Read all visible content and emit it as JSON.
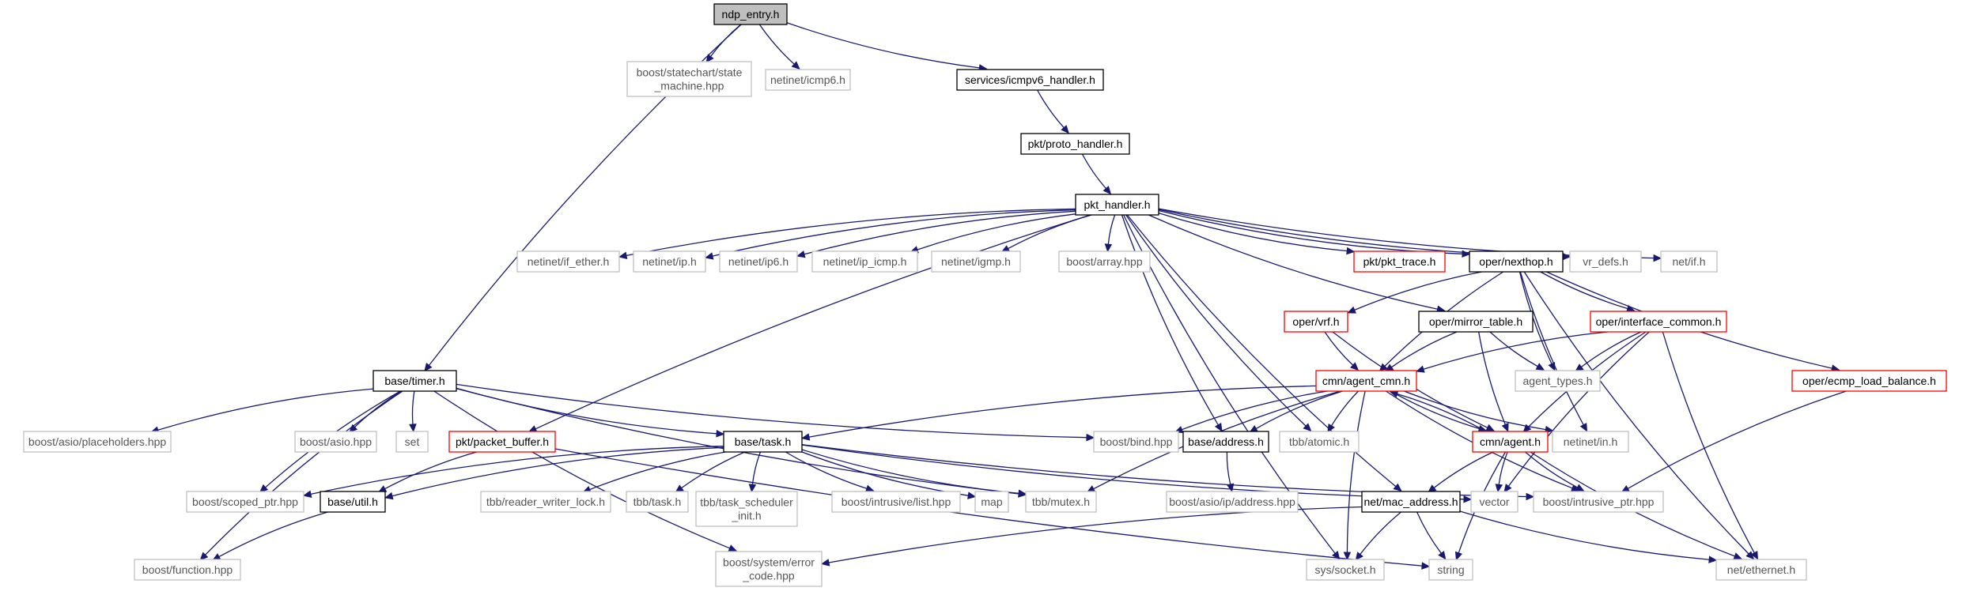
{
  "title": "",
  "colors": {
    "edge": "#191970",
    "focus_fill": "#bfbfbf",
    "normal_border": "#000000",
    "truncated_border": "#ff0000",
    "external_border": "#bfbfbf",
    "text": "#000000",
    "external_text": "#555555"
  },
  "nodes": [
    {
      "id": "ndp_entry",
      "lines": [
        "ndp_entry.h"
      ],
      "kind": "focus"
    },
    {
      "id": "statechart",
      "lines": [
        "boost/statechart/state",
        "_machine.hpp"
      ],
      "kind": "external"
    },
    {
      "id": "icmp6",
      "lines": [
        "netinet/icmp6.h"
      ],
      "kind": "external"
    },
    {
      "id": "icmpv6_handler",
      "lines": [
        "services/icmpv6_handler.h"
      ],
      "kind": "normal"
    },
    {
      "id": "proto_handler",
      "lines": [
        "pkt/proto_handler.h"
      ],
      "kind": "normal"
    },
    {
      "id": "pkt_handler",
      "lines": [
        "pkt_handler.h"
      ],
      "kind": "normal"
    },
    {
      "id": "if_ether",
      "lines": [
        "netinet/if_ether.h"
      ],
      "kind": "external"
    },
    {
      "id": "ip",
      "lines": [
        "netinet/ip.h"
      ],
      "kind": "external"
    },
    {
      "id": "ip6",
      "lines": [
        "netinet/ip6.h"
      ],
      "kind": "external"
    },
    {
      "id": "ip_icmp",
      "lines": [
        "netinet/ip_icmp.h"
      ],
      "kind": "external"
    },
    {
      "id": "igmp",
      "lines": [
        "netinet/igmp.h"
      ],
      "kind": "external"
    },
    {
      "id": "array",
      "lines": [
        "boost/array.hpp"
      ],
      "kind": "external"
    },
    {
      "id": "pkt_trace",
      "lines": [
        "pkt/pkt_trace.h"
      ],
      "kind": "truncated"
    },
    {
      "id": "nexthop",
      "lines": [
        "oper/nexthop.h"
      ],
      "kind": "normal"
    },
    {
      "id": "vr_defs",
      "lines": [
        "vr_defs.h"
      ],
      "kind": "external"
    },
    {
      "id": "net_if",
      "lines": [
        "net/if.h"
      ],
      "kind": "external"
    },
    {
      "id": "vrf",
      "lines": [
        "oper/vrf.h"
      ],
      "kind": "truncated"
    },
    {
      "id": "mirror_table",
      "lines": [
        "oper/mirror_table.h"
      ],
      "kind": "normal"
    },
    {
      "id": "interface_common",
      "lines": [
        "oper/interface_common.h"
      ],
      "kind": "truncated"
    },
    {
      "id": "timer",
      "lines": [
        "base/timer.h"
      ],
      "kind": "normal"
    },
    {
      "id": "agent_cmn",
      "lines": [
        "cmn/agent_cmn.h"
      ],
      "kind": "truncated"
    },
    {
      "id": "agent_types",
      "lines": [
        "agent_types.h"
      ],
      "kind": "external"
    },
    {
      "id": "ecmp_lb",
      "lines": [
        "oper/ecmp_load_balance.h"
      ],
      "kind": "truncated"
    },
    {
      "id": "placeholders",
      "lines": [
        "boost/asio/placeholders.hpp"
      ],
      "kind": "external"
    },
    {
      "id": "asio",
      "lines": [
        "boost/asio.hpp"
      ],
      "kind": "external"
    },
    {
      "id": "set",
      "lines": [
        "set"
      ],
      "kind": "external"
    },
    {
      "id": "packet_buffer",
      "lines": [
        "pkt/packet_buffer.h"
      ],
      "kind": "truncated"
    },
    {
      "id": "task",
      "lines": [
        "base/task.h"
      ],
      "kind": "normal"
    },
    {
      "id": "bind",
      "lines": [
        "boost/bind.hpp"
      ],
      "kind": "external"
    },
    {
      "id": "address",
      "lines": [
        "base/address.h"
      ],
      "kind": "normal"
    },
    {
      "id": "tbb_atomic",
      "lines": [
        "tbb/atomic.h"
      ],
      "kind": "external"
    },
    {
      "id": "agent",
      "lines": [
        "cmn/agent.h"
      ],
      "kind": "truncated"
    },
    {
      "id": "netinet_in",
      "lines": [
        "netinet/in.h"
      ],
      "kind": "external"
    },
    {
      "id": "scoped_ptr",
      "lines": [
        "boost/scoped_ptr.hpp"
      ],
      "kind": "external"
    },
    {
      "id": "util",
      "lines": [
        "base/util.h"
      ],
      "kind": "normal"
    },
    {
      "id": "rw_lock",
      "lines": [
        "tbb/reader_writer_lock.h"
      ],
      "kind": "external"
    },
    {
      "id": "tbb_task",
      "lines": [
        "tbb/task.h"
      ],
      "kind": "external"
    },
    {
      "id": "task_sched",
      "lines": [
        "tbb/task_scheduler",
        "_init.h"
      ],
      "kind": "external"
    },
    {
      "id": "intr_list",
      "lines": [
        "boost/intrusive/list.hpp"
      ],
      "kind": "external"
    },
    {
      "id": "map",
      "lines": [
        "map"
      ],
      "kind": "external"
    },
    {
      "id": "mutex",
      "lines": [
        "tbb/mutex.h"
      ],
      "kind": "external"
    },
    {
      "id": "ip_address",
      "lines": [
        "boost/asio/ip/address.hpp"
      ],
      "kind": "external"
    },
    {
      "id": "vector",
      "lines": [
        "vector"
      ],
      "kind": "external"
    },
    {
      "id": "intrusive_ptr",
      "lines": [
        "boost/intrusive_ptr.hpp"
      ],
      "kind": "external"
    },
    {
      "id": "mac_address",
      "lines": [
        "net/mac_address.h"
      ],
      "kind": "normal"
    },
    {
      "id": "function",
      "lines": [
        "boost/function.hpp"
      ],
      "kind": "external"
    },
    {
      "id": "error_code",
      "lines": [
        "boost/system/error",
        "_code.hpp"
      ],
      "kind": "external"
    },
    {
      "id": "socket",
      "lines": [
        "sys/socket.h"
      ],
      "kind": "external"
    },
    {
      "id": "string",
      "lines": [
        "string"
      ],
      "kind": "external"
    },
    {
      "id": "ethernet",
      "lines": [
        "net/ethernet.h"
      ],
      "kind": "external"
    }
  ],
  "edges": [
    [
      "ndp_entry",
      "statechart"
    ],
    [
      "ndp_entry",
      "icmp6"
    ],
    [
      "ndp_entry",
      "icmpv6_handler"
    ],
    [
      "ndp_entry",
      "timer"
    ],
    [
      "icmpv6_handler",
      "proto_handler"
    ],
    [
      "proto_handler",
      "pkt_handler"
    ],
    [
      "pkt_handler",
      "if_ether"
    ],
    [
      "pkt_handler",
      "ip"
    ],
    [
      "pkt_handler",
      "ip6"
    ],
    [
      "pkt_handler",
      "ip_icmp"
    ],
    [
      "pkt_handler",
      "igmp"
    ],
    [
      "pkt_handler",
      "array"
    ],
    [
      "pkt_handler",
      "pkt_trace"
    ],
    [
      "pkt_handler",
      "nexthop"
    ],
    [
      "pkt_handler",
      "vr_defs"
    ],
    [
      "pkt_handler",
      "net_if"
    ],
    [
      "pkt_handler",
      "mirror_table"
    ],
    [
      "pkt_handler",
      "packet_buffer"
    ],
    [
      "pkt_handler",
      "address"
    ],
    [
      "pkt_handler",
      "tbb_atomic"
    ],
    [
      "pkt_handler",
      "mac_address"
    ],
    [
      "pkt_handler",
      "socket"
    ],
    [
      "nexthop",
      "vrf"
    ],
    [
      "nexthop",
      "agent_cmn"
    ],
    [
      "nexthop",
      "interface_common"
    ],
    [
      "nexthop",
      "agent_types"
    ],
    [
      "nexthop",
      "ecmp_lb"
    ],
    [
      "nexthop",
      "netinet_in"
    ],
    [
      "nexthop",
      "ethernet"
    ],
    [
      "vrf",
      "agent_cmn"
    ],
    [
      "vrf",
      "agent"
    ],
    [
      "mirror_table",
      "agent_cmn"
    ],
    [
      "mirror_table",
      "agent_types"
    ],
    [
      "mirror_table",
      "agent"
    ],
    [
      "interface_common",
      "agent_cmn"
    ],
    [
      "interface_common",
      "agent_types"
    ],
    [
      "interface_common",
      "agent"
    ],
    [
      "interface_common",
      "vector"
    ],
    [
      "interface_common",
      "ethernet"
    ],
    [
      "ecmp_lb",
      "intrusive_ptr"
    ],
    [
      "agent_cmn",
      "task"
    ],
    [
      "agent_cmn",
      "bind"
    ],
    [
      "agent_cmn",
      "address"
    ],
    [
      "agent_cmn",
      "tbb_atomic"
    ],
    [
      "agent_cmn",
      "agent"
    ],
    [
      "agent_cmn",
      "netinet_in"
    ],
    [
      "agent_cmn",
      "mutex"
    ],
    [
      "agent_cmn",
      "intrusive_ptr"
    ],
    [
      "agent_cmn",
      "socket"
    ],
    [
      "agent",
      "agent_cmn"
    ],
    [
      "agent",
      "mac_address"
    ],
    [
      "agent",
      "vector"
    ],
    [
      "agent",
      "intrusive_ptr"
    ],
    [
      "agent",
      "string"
    ],
    [
      "agent",
      "ethernet"
    ],
    [
      "timer",
      "placeholders"
    ],
    [
      "timer",
      "asio"
    ],
    [
      "timer",
      "set"
    ],
    [
      "timer",
      "task"
    ],
    [
      "timer",
      "bind"
    ],
    [
      "timer",
      "scoped_ptr"
    ],
    [
      "timer",
      "function"
    ],
    [
      "timer",
      "error_code"
    ],
    [
      "timer",
      "mutex"
    ],
    [
      "packet_buffer",
      "util"
    ],
    [
      "packet_buffer",
      "string"
    ],
    [
      "task",
      "scoped_ptr"
    ],
    [
      "task",
      "util"
    ],
    [
      "task",
      "rw_lock"
    ],
    [
      "task",
      "tbb_task"
    ],
    [
      "task",
      "task_sched"
    ],
    [
      "task",
      "intr_list"
    ],
    [
      "task",
      "map"
    ],
    [
      "task",
      "mutex"
    ],
    [
      "task",
      "vector"
    ],
    [
      "task",
      "intrusive_ptr"
    ],
    [
      "util",
      "function"
    ],
    [
      "address",
      "ip_address"
    ],
    [
      "mac_address",
      "error_code"
    ],
    [
      "mac_address",
      "socket"
    ],
    [
      "mac_address",
      "string"
    ],
    [
      "mac_address",
      "ethernet"
    ]
  ]
}
